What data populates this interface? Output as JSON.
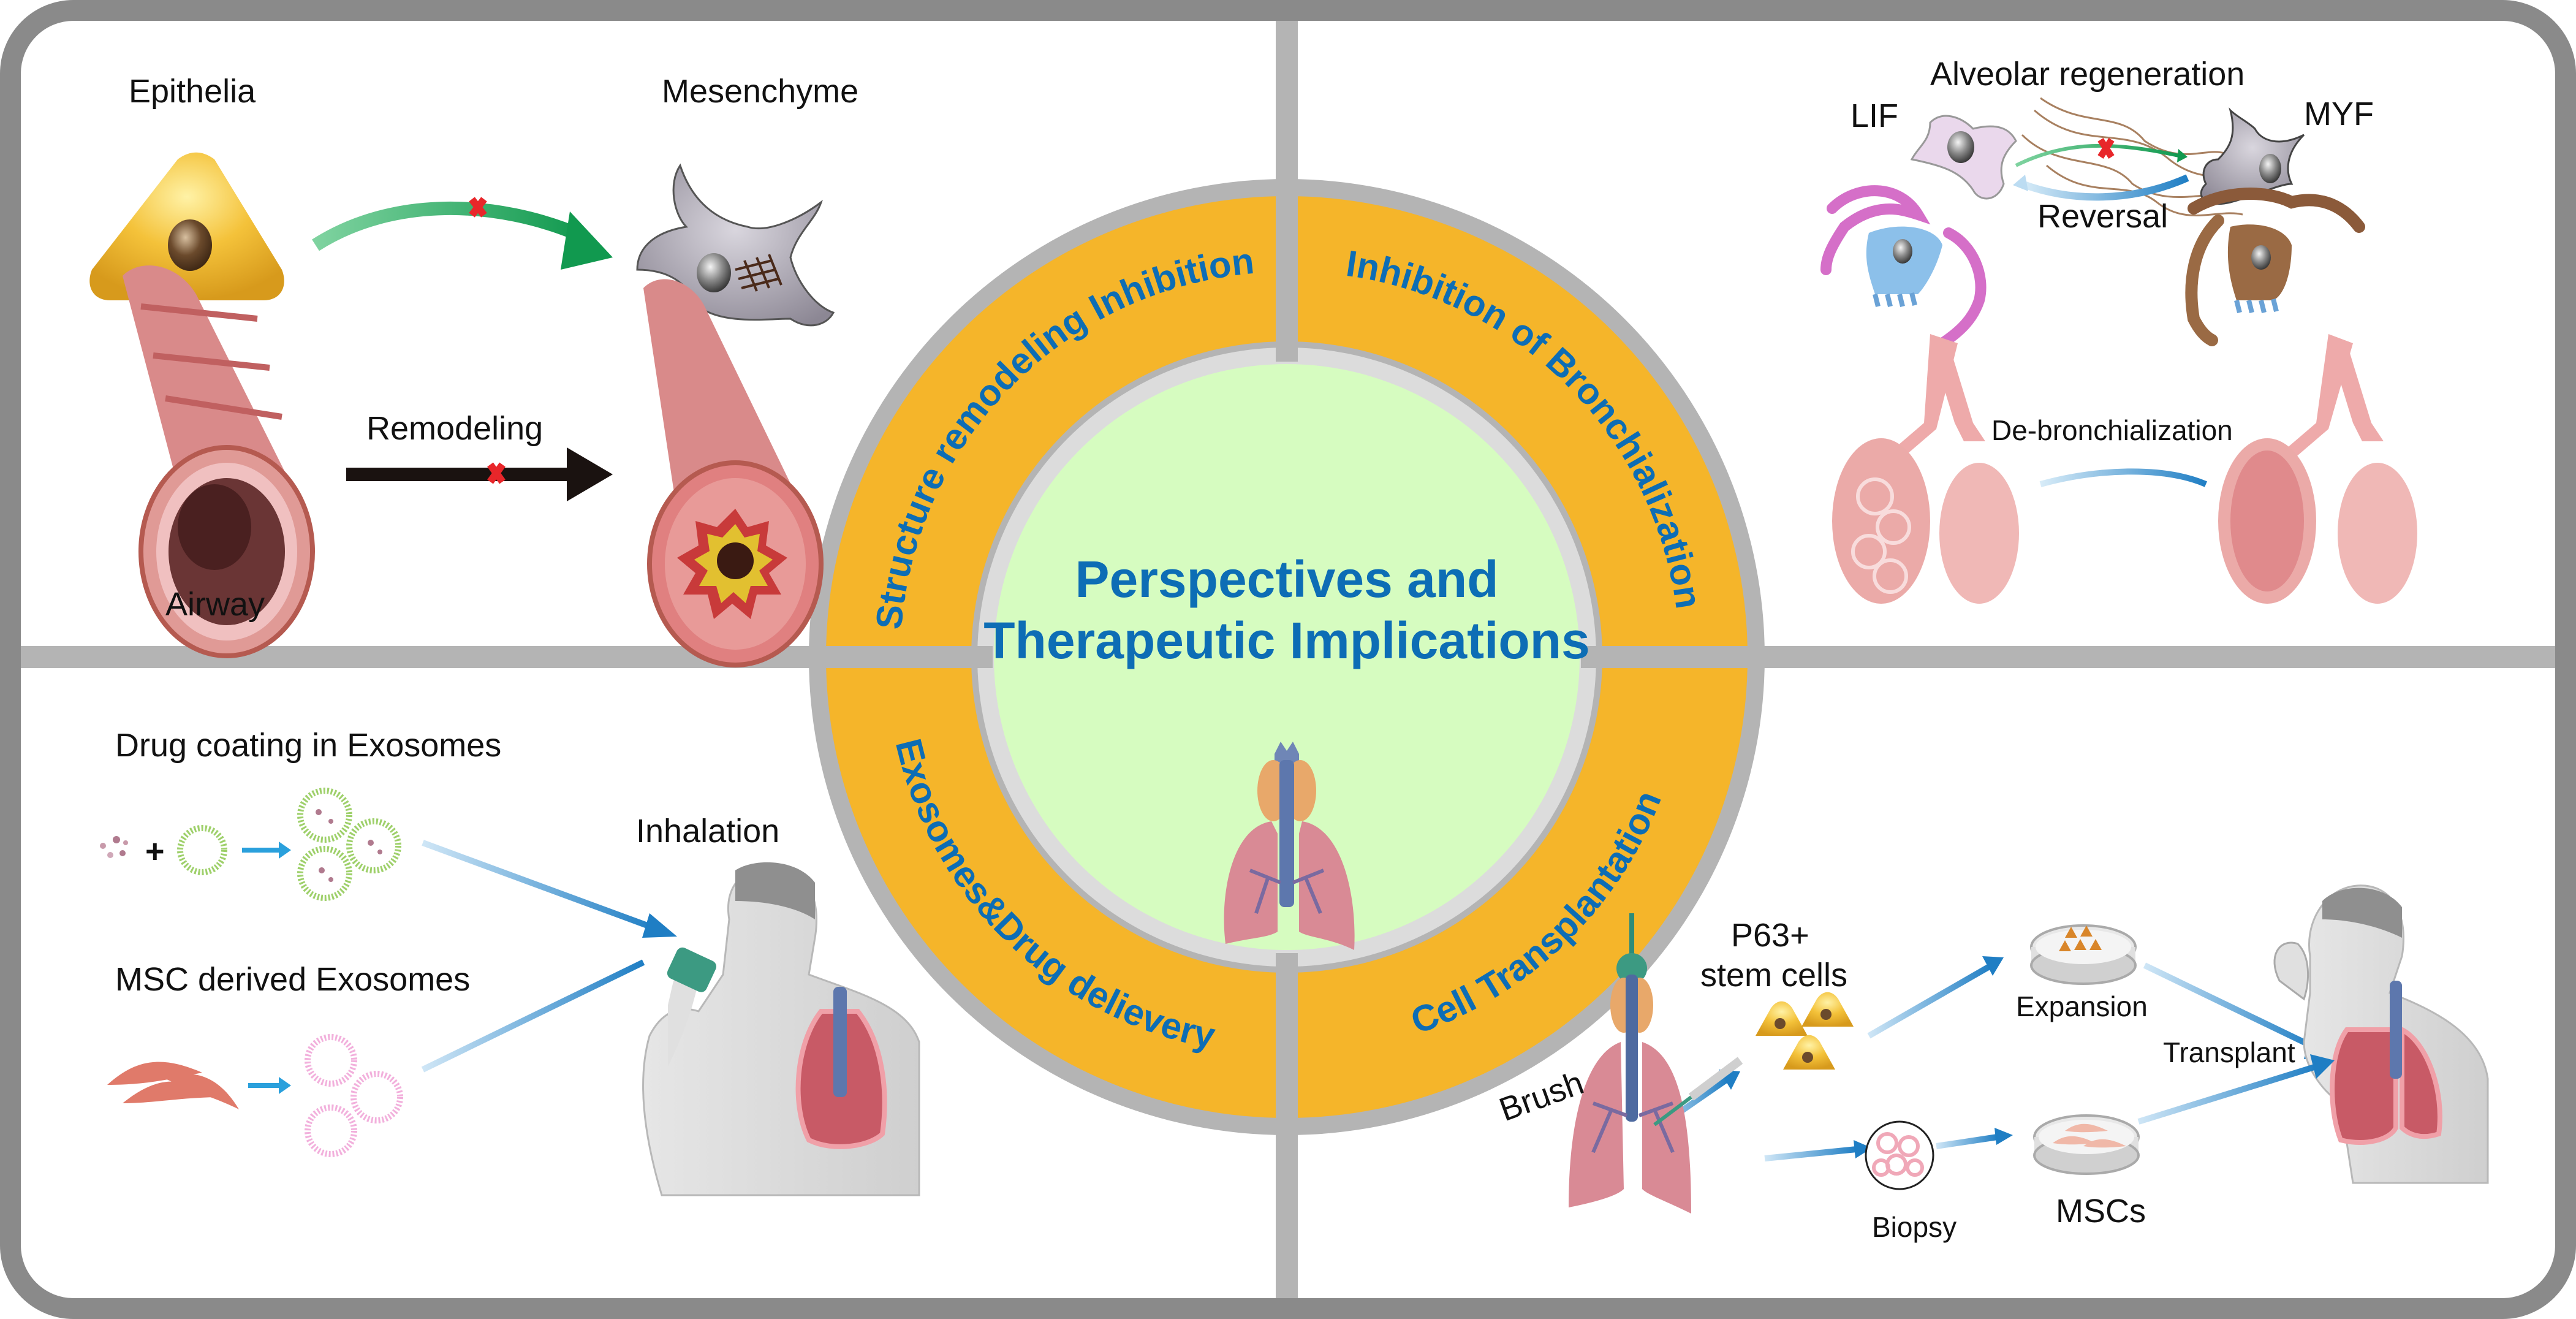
{
  "center": {
    "title_line1": "Perspectives and",
    "title_line2": "Therapeutic Implications",
    "segments": [
      {
        "label": "Structure remodeling Inhibition"
      },
      {
        "label": "Inhibition of Bronchialization"
      },
      {
        "label": "Exosomes&Drug delievery"
      },
      {
        "label": "Cell Transplantation"
      }
    ]
  },
  "panel_top_left": {
    "epithelia": "Epithelia",
    "mesenchyme": "Mesenchyme",
    "remodeling": "Remodeling",
    "airway": "Airway"
  },
  "panel_top_right": {
    "alveolar_regeneration": "Alveolar regeneration",
    "lif": "LIF",
    "myf": "MYF",
    "reversal": "Reversal",
    "de_bronchialization": "De-bronchialization"
  },
  "panel_bottom_left": {
    "drug_coating": "Drug coating in Exosomes",
    "plus": "+",
    "msc_exosomes": "MSC derived Exosomes",
    "inhalation": "Inhalation"
  },
  "panel_bottom_right": {
    "p63_line1": "P63+",
    "p63_line2": "stem cells",
    "expansion": "Expansion",
    "transplant": "Transplant",
    "brush": "Brush",
    "biopsy": "Biopsy",
    "mscs": "MSCs"
  },
  "colors": {
    "frame": "#8a8a8a",
    "divider": "#b4b4b4",
    "ring_orange": "#f5b52a",
    "center_green": "#d6fcc0",
    "title_blue": "#0d6db5",
    "arrow_blue": "#2a86c8",
    "arrow_green": "#1fa05a",
    "block_red": "#e8262a"
  }
}
